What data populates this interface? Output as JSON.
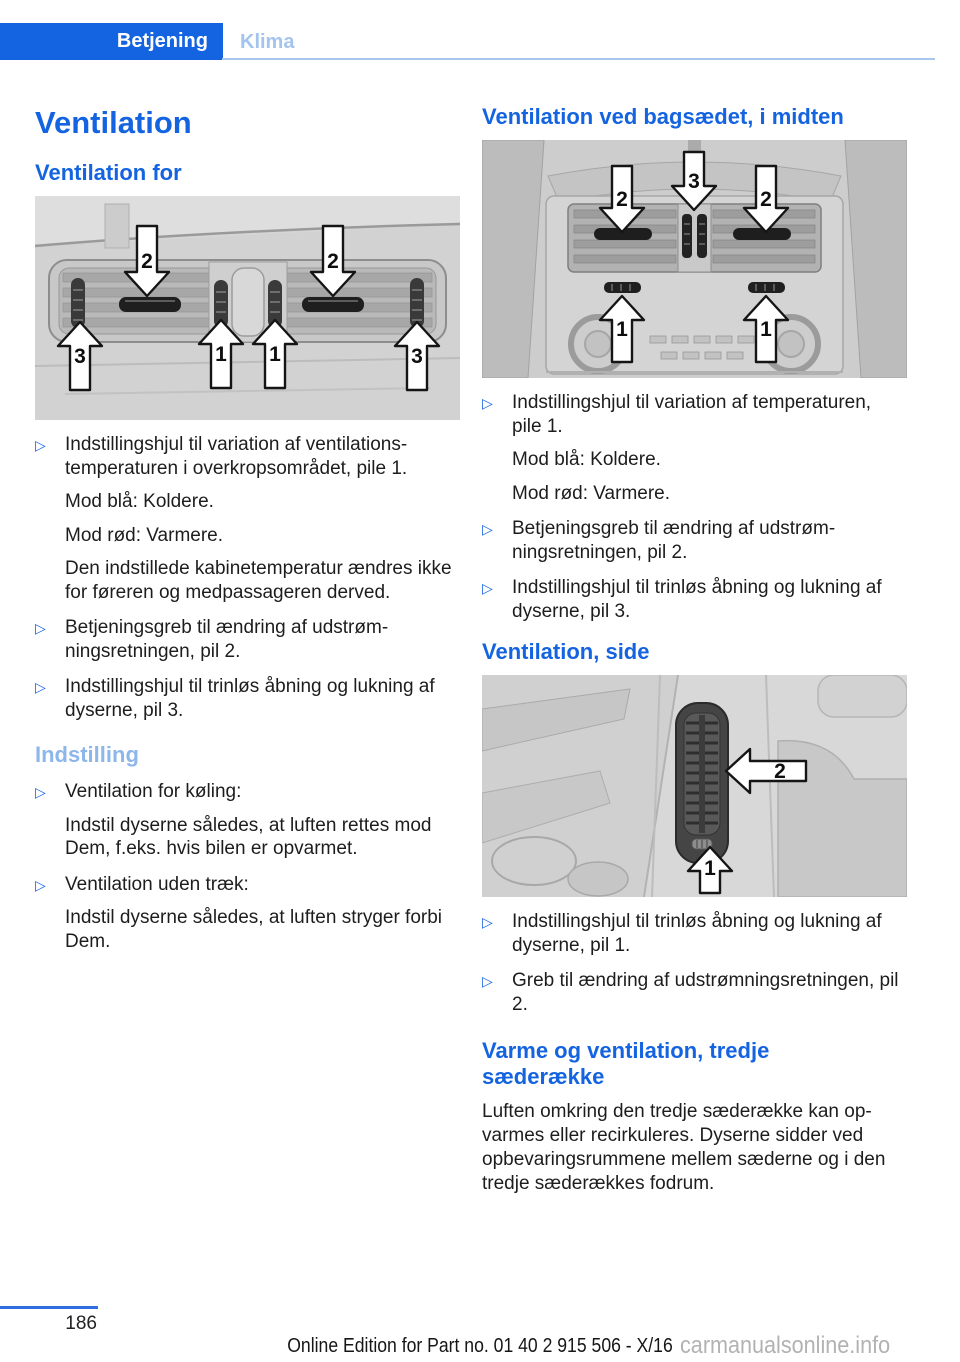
{
  "header": {
    "active_tab": "Betjening",
    "inactive_tab": "Klima"
  },
  "icons": {
    "bullet": "▷"
  },
  "left_column": {
    "title": "Ventilation",
    "ventilation_for_heading": "Ventilation for",
    "front_bullets": [
      {
        "text": "Indstillingshjul til variation af ventilations-temperaturen i overkropsområdet, pile 1.",
        "subs": [
          "Mod blå: Koldere.",
          "Mod rød: Varmere.",
          "Den indstillede kabinetemperatur ændres ikke for føreren og medpassageren derved."
        ]
      },
      {
        "text": "Betjeningsgreb til ændring af udstrøm-ningsretningen, pil 2."
      },
      {
        "text": "Indstillingshjul til trinløs åbning og lukning af dyserne, pil 3."
      }
    ],
    "indstilling_heading": "Indstilling",
    "indstilling_bullets": [
      {
        "text": "Ventilation for køling:",
        "sub": "Indstil dyserne således, at luften rettes mod Dem, f.eks. hvis bilen er opvarmet."
      },
      {
        "text": "Ventilation uden træk:",
        "sub": "Indstil dyserne således, at luften stryger forbi Dem."
      }
    ]
  },
  "right_column": {
    "rear_heading": "Ventilation ved bagsædet, i midten",
    "rear_bullets": [
      {
        "text": "Indstillingshjul til variation af temperaturen, pile 1.",
        "subs": [
          "Mod blå: Koldere.",
          "Mod rød: Varmere."
        ]
      },
      {
        "text": "Betjeningsgreb til ændring af udstrøm-ningsretningen, pil 2."
      },
      {
        "text": "Indstillingshjul til trinløs åbning og lukning af dyserne, pil 3."
      }
    ],
    "side_heading": "Ventilation, side",
    "side_bullets": [
      "Indstillingshjul til trinløs åbning og lukning af dyserne, pil 1.",
      "Greb til ændring af udstrømningsretningen, pil 2."
    ],
    "third_row_heading": "Varme og ventilation, tredje sæderække",
    "third_row_paragraph": "Luften omkring den tredje sæderække kan op-varmes eller recirkuleres. Dyserne sidder ved opbevaringsrummene mellem sæderne og i den tredje sæderækkes fodrum."
  },
  "figures": {
    "front_arrows": [
      "2",
      "2",
      "1",
      "1",
      "3",
      "3"
    ],
    "rear_arrows": [
      "2",
      "3",
      "2",
      "1",
      "1"
    ],
    "side_arrows": [
      "2",
      "1"
    ]
  },
  "footer": {
    "page_number": "186",
    "edition": "Online Edition for Part no. 01 40 2 915 506 - X/16",
    "watermark": "carmanualsonline.info"
  },
  "colors": {
    "accent_blue": "#1463e0",
    "heading_light_blue": "#8db7ea",
    "tab_inactive_blue": "#a3c4ec",
    "footer_rule_blue": "#2e6ee0",
    "watermark_gray": "#b2b2b2"
  }
}
